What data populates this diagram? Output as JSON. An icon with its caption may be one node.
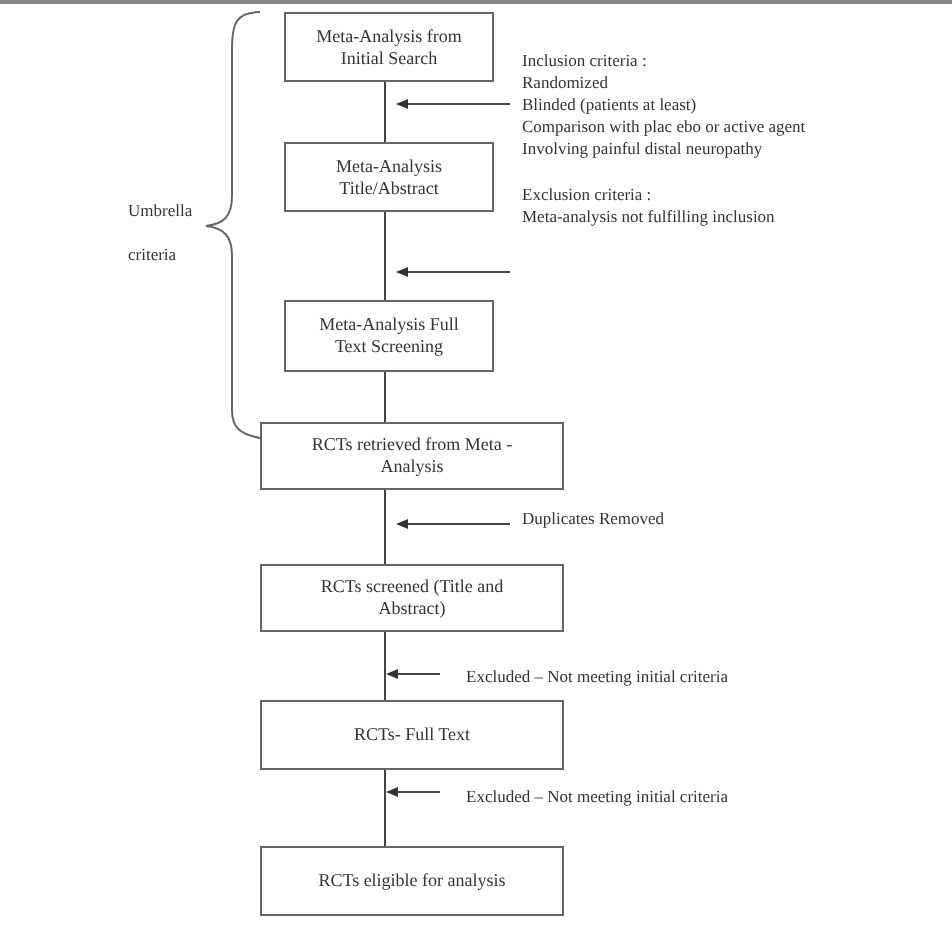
{
  "diagram": {
    "nodes": [
      {
        "text": [
          "Meta-Analysis from Initial Search"
        ]
      },
      {
        "text": [
          "Meta-Analysis Title/Abstract"
        ]
      },
      {
        "text": [
          "Meta-Analysis Full Text Screening"
        ]
      },
      {
        "text": [
          "RCTs retrieved from Meta -Analysis"
        ]
      },
      {
        "text": [
          "RCTs screened (Title and Abstract)"
        ]
      },
      {
        "text": [
          "RCTs- Full Text"
        ]
      },
      {
        "text": [
          "RCTs eligible for analysis"
        ]
      },
      {
        "text": [
          "Inclusion criteria :",
          "Randomized",
          "Blinded (patients at least)",
          "Comparison with plac ebo or active agent",
          "Involving painful distal neuropathy"
        ]
      },
      {
        "text": [
          "Exclusion criteria :",
          "Meta-analysis not fulfilling inclusion"
        ]
      },
      {
        "text": [
          "Duplicates Removed"
        ]
      },
      {
        "text": [
          "Excluded – Not meeting initial criteria"
        ]
      },
      {
        "text": [
          "Excluded – Not meeting initial criteria"
        ]
      }
    ],
    "edges": [
      {
        "from": 0,
        "to": 1,
        "arrow": "none"
      },
      {
        "from": 1,
        "to": 2,
        "arrow": "none"
      },
      {
        "from": 2,
        "to": 3,
        "arrow": "none"
      },
      {
        "from": 3,
        "to": 4,
        "arrow": "none"
      },
      {
        "from": 4,
        "to": 5,
        "arrow": "none"
      },
      {
        "from": 5,
        "to": 6,
        "arrow": "none"
      },
      {
        "from": 7,
        "to": 1,
        "arrow": "to"
      },
      {
        "from": 8,
        "to": 2,
        "arrow": "to"
      },
      {
        "from": 9,
        "to": 4,
        "arrow": "to"
      },
      {
        "from": 10,
        "to": 5,
        "arrow": "to"
      },
      {
        "from": 11,
        "to": 5,
        "arrow": "to"
      }
    ],
    "labels": [
      "Umbrella criteria"
    ]
  }
}
